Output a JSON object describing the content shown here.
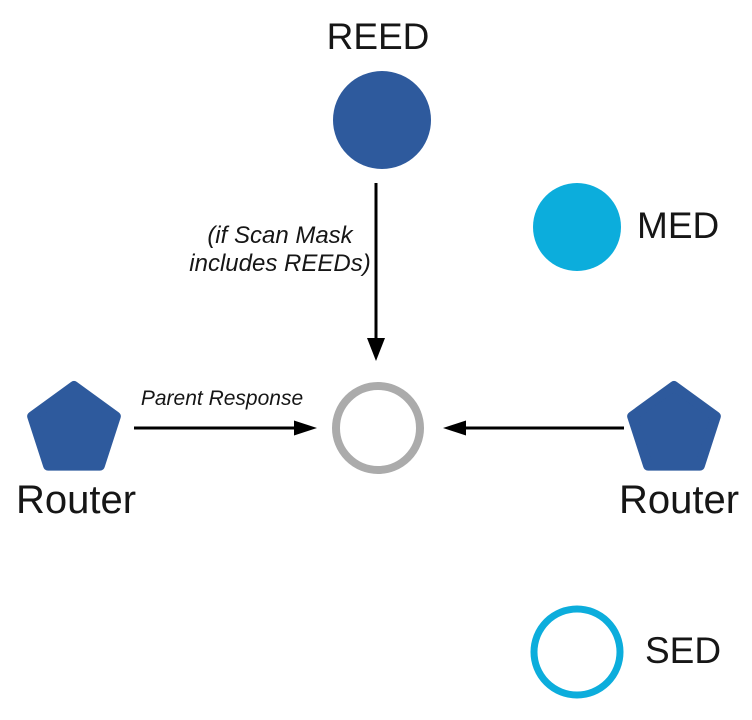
{
  "colors": {
    "node_blue": "#2E5A9D",
    "node_cyan": "#0CADDC",
    "center_gray": "#ABABAB",
    "arrow": "#000000",
    "background": "#FFFFFF"
  },
  "nodes": {
    "reed": {
      "label": "REED",
      "shape": "circle",
      "fill": "#2E5A9D"
    },
    "med": {
      "label": "MED",
      "shape": "circle",
      "fill": "#0CADDC"
    },
    "sed": {
      "label": "SED",
      "shape": "circle-outline",
      "stroke": "#0CADDC"
    },
    "center": {
      "shape": "circle-outline",
      "stroke": "#ABABAB"
    },
    "router_left": {
      "label": "Router",
      "shape": "pentagon",
      "fill": "#2E5A9D"
    },
    "router_right": {
      "label": "Router",
      "shape": "pentagon",
      "fill": "#2E5A9D"
    }
  },
  "annotations": {
    "scan_mask_note_line1": "(if Scan Mask",
    "scan_mask_note_line2": "includes REEDs)",
    "parent_response": "Parent Response"
  }
}
